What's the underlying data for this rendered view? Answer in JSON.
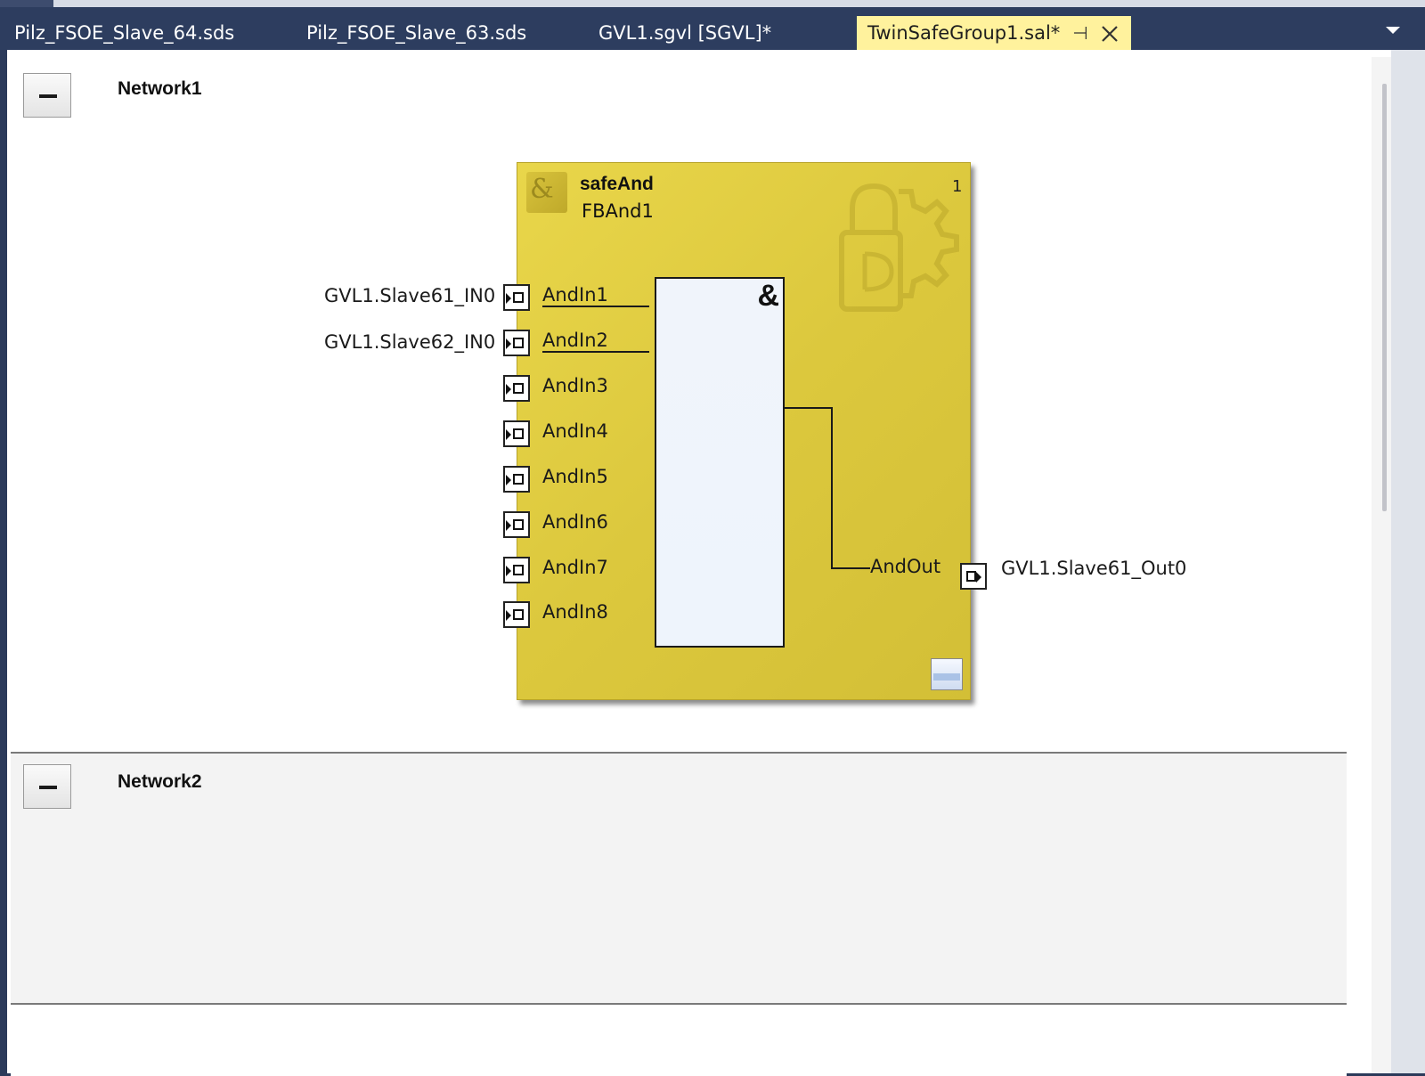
{
  "tabs": [
    {
      "label": "Pilz_FSOE_Slave_64.sds"
    },
    {
      "label": "Pilz_FSOE_Slave_63.sds"
    },
    {
      "label": "GVL1.sgvl [SGVL]*"
    },
    {
      "label": "TwinSafeGroup1.sal*"
    }
  ],
  "tab_pin_glyph": "⊣",
  "colors": {
    "active_tab_bg": "#fff29d",
    "tabbar_bg": "#2d3d5f",
    "function_block_yellow": "#dcc83d",
    "and_box_bg": "#eef4fc"
  },
  "networks": [
    {
      "title": "Network1"
    },
    {
      "title": "Network2"
    }
  ],
  "function_block": {
    "icon_glyph": "&",
    "type": "safeAnd",
    "instance": "FBAnd1",
    "execution_order": "1",
    "operator_symbol": "&",
    "inputs": [
      {
        "pin": "AndIn1",
        "variable": "GVL1.Slave61_IN0"
      },
      {
        "pin": "AndIn2",
        "variable": "GVL1.Slave62_IN0"
      },
      {
        "pin": "AndIn3",
        "variable": ""
      },
      {
        "pin": "AndIn4",
        "variable": ""
      },
      {
        "pin": "AndIn5",
        "variable": ""
      },
      {
        "pin": "AndIn6",
        "variable": ""
      },
      {
        "pin": "AndIn7",
        "variable": ""
      },
      {
        "pin": "AndIn8",
        "variable": ""
      }
    ],
    "output": {
      "pin": "AndOut",
      "variable": "GVL1.Slave61_Out0"
    }
  }
}
